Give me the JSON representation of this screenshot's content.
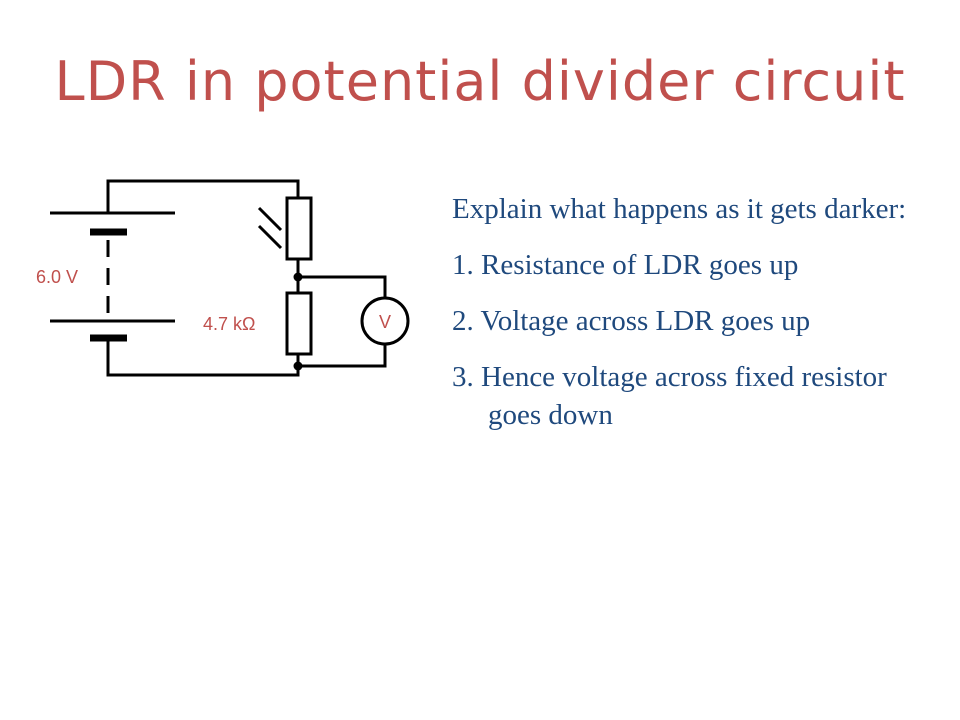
{
  "slide": {
    "title": "LDR in potential divider circuit"
  },
  "circuit": {
    "battery_label": "6.0 V",
    "resistor_label": "4.7 kΩ",
    "voltmeter_label": "V"
  },
  "explanation": {
    "intro": "Explain what happens as it gets darker:",
    "steps": [
      {
        "number": "1.",
        "text": "Resistance of LDR goes up"
      },
      {
        "number": "2.",
        "text": "Voltage across LDR goes up"
      },
      {
        "number": "3.",
        "text": "Hence voltage across fixed resistor goes down"
      }
    ]
  },
  "colors": {
    "title": "#c0504d",
    "body_text": "#1f497d",
    "labels": "#c0504d",
    "wires": "#000000"
  }
}
